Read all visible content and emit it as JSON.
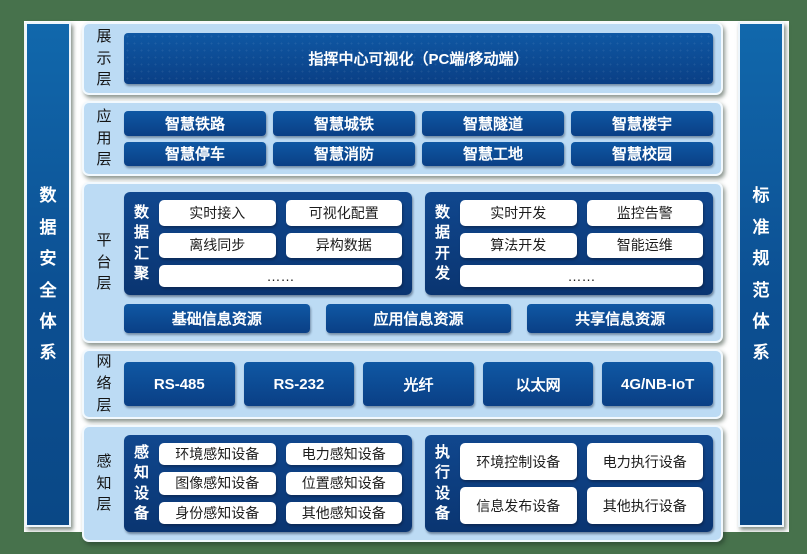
{
  "colors": {
    "frame_green": "#47724c",
    "inner_background": "#ffffff",
    "panel_light_blue": "#bcdbf4",
    "button_deep_blue": "#0a3f85",
    "group_navy": "#0a3571",
    "pillar_blue": "#0c4f92",
    "text_dark": "#141414",
    "text_white": "#ffffff"
  },
  "pillars": {
    "left": "数据安全体系",
    "right": "标准规范体系"
  },
  "layers": {
    "presentation": {
      "label": "展示层",
      "main": "指挥中心可视化（PC端/移动端）"
    },
    "application": {
      "label": "应用层",
      "items": [
        "智慧铁路",
        "智慧城铁",
        "智慧隧道",
        "智慧楼宇",
        "智慧停车",
        "智慧消防",
        "智慧工地",
        "智慧校园"
      ]
    },
    "platform": {
      "label": "平台层",
      "groups": [
        {
          "label": "数据汇聚",
          "items": [
            "实时接入",
            "可视化配置",
            "离线同步",
            "异构数据",
            "……"
          ]
        },
        {
          "label": "数据开发",
          "items": [
            "实时开发",
            "监控告警",
            "算法开发",
            "智能运维",
            "……"
          ]
        }
      ],
      "resources": [
        "基础信息资源",
        "应用信息资源",
        "共享信息资源"
      ]
    },
    "network": {
      "label": "网络层",
      "items": [
        "RS-485",
        "RS-232",
        "光纤",
        "以太网",
        "4G/NB-IoT"
      ]
    },
    "perception": {
      "label": "感知层",
      "groups": [
        {
          "label": "感知设备",
          "items": [
            "环境感知设备",
            "电力感知设备",
            "图像感知设备",
            "位置感知设备",
            "身份感知设备",
            "其他感知设备"
          ]
        },
        {
          "label": "执行设备",
          "items": [
            "环境控制设备",
            "电力执行设备",
            "信息发布设备",
            "其他执行设备"
          ]
        }
      ]
    }
  }
}
